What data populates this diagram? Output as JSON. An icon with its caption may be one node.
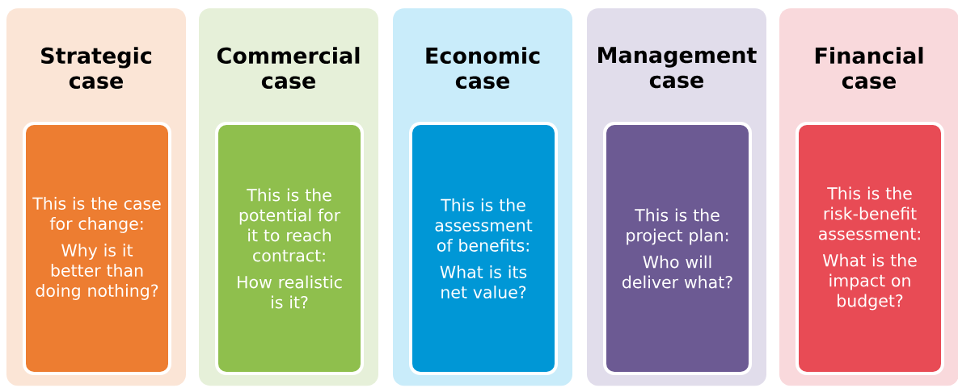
{
  "diagram": {
    "nodes": [
      {
        "text": [
          "Strategic case"
        ]
      },
      {
        "text": [
          "This is the case for change:",
          "Why is it better than doing nothing?"
        ],
        "in": 0
      },
      {
        "text": [
          "Commercial case"
        ]
      },
      {
        "text": [
          "This is the potential for it to reach contract:",
          "How realistic is it?"
        ],
        "in": 2
      },
      {
        "text": [
          "Economic case"
        ]
      },
      {
        "text": [
          "This is the assessment of benefits:",
          "What is its net value?"
        ],
        "in": 4
      },
      {
        "text": [
          "Management case"
        ]
      },
      {
        "text": [
          "This is the project plan:",
          "Who will deliver what?"
        ],
        "in": 6
      },
      {
        "text": [
          "Financial case"
        ]
      },
      {
        "text": [
          "This is the risk-benefit assessment:",
          "What is the impact on budget?"
        ],
        "in": 8
      }
    ]
  }
}
